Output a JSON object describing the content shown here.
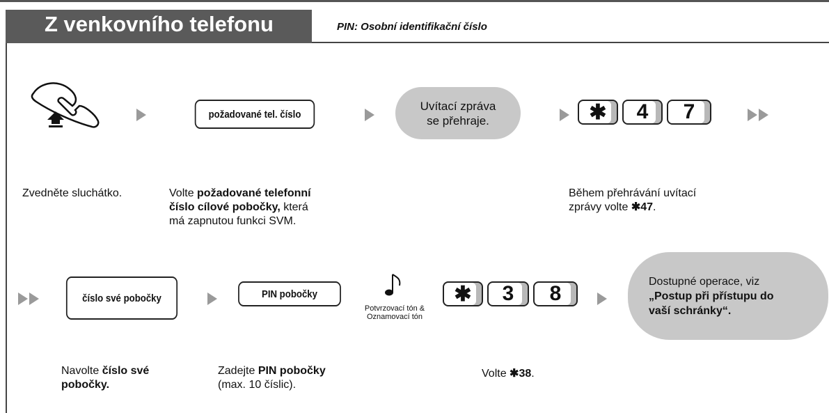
{
  "header": {
    "title": "Z venkovního telefonu",
    "subtitle": "PIN: Osobní identifikační číslo"
  },
  "row1": {
    "dial_box": "požadované tel. číslo",
    "greeting_bubble_line1": "Uvítací zpráva",
    "greeting_bubble_line2": "se přehraje.",
    "keys": [
      "*",
      "4",
      "7"
    ],
    "desc_lift": "Zvedněte sluchátko.",
    "desc_dial_bold1": "požadované telefonní",
    "desc_dial_bold2": "číslo cílové pobočky,",
    "desc_dial_prefix": "Volte ",
    "desc_dial_suffix": " která",
    "desc_dial_line3": "má zapnutou funkci SVM.",
    "desc_keys_line1": "Během přehrávání uvítací",
    "desc_keys_line2_prefix": "zprávy volte ",
    "desc_keys_code": "47",
    "desc_keys_end": "."
  },
  "row2": {
    "ext_box": "číslo své pobočky",
    "pin_box": "PIN pobočky",
    "tone_line1": "Potvrzovací tón &",
    "tone_line2": "Oznamovací tón",
    "keys": [
      "*",
      "3",
      "8"
    ],
    "result_line1": "Dostupné operace, viz",
    "result_line2": "„Postup při přístupu do",
    "result_line3": "vaší schránky“.",
    "desc_ext_prefix": "Navolte ",
    "desc_ext_bold1": "číslo své",
    "desc_ext_bold2": "pobočky.",
    "desc_pin_prefix": "Zadejte ",
    "desc_pin_bold": "PIN pobočky",
    "desc_pin_line2": "(max. 10 číslic).",
    "desc_keys_prefix": "Volte ",
    "desc_keys_code": "38",
    "desc_keys_end": "."
  }
}
